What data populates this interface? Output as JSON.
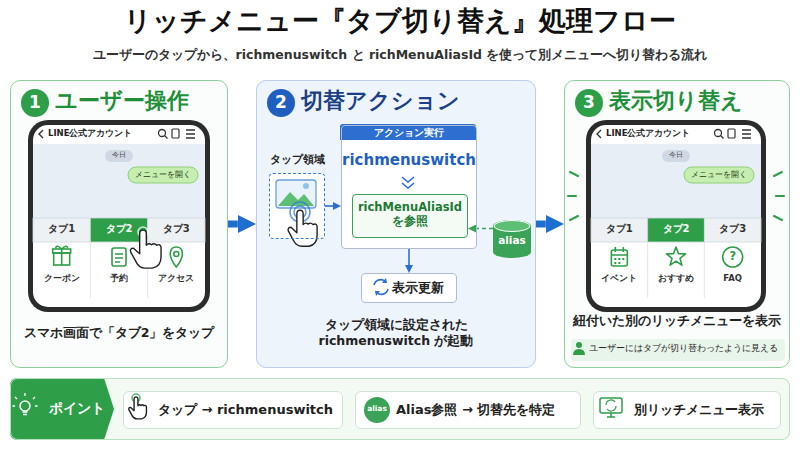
{
  "diagram": {
    "title": "リッチメニュー『タブ切り替え』処理フロー",
    "caption": "ユーザーのタップから、richmenuswitch と richMenuAliasId を使って別メニューへ切り替わる流れ",
    "nodes": [
      {
        "text": [
          "ユーザー操作",
          "スマホ画面で「タブ2」をタップ"
        ]
      },
      {
        "text": [
          "1"
        ],
        "in": 0
      },
      {
        "text": [
          "切替アクション",
          "タップ領域に設定された richmenuswitch が起動"
        ]
      },
      {
        "text": [
          "2"
        ],
        "in": 2
      },
      {
        "text": [
          "タップ領域"
        ],
        "in": 2
      },
      {
        "text": [
          "アクション実行",
          "richmenuswitch"
        ],
        "in": 2
      },
      {
        "text": [
          "richMenuAliasId を参照"
        ],
        "in": 5
      },
      {
        "text": [
          "alias"
        ],
        "in": 2
      },
      {
        "text": [
          "表示更新"
        ],
        "in": 2
      },
      {
        "text": [
          "表示切り替え",
          "紐付いた別のリッチメニューを表示"
        ]
      },
      {
        "text": [
          "3"
        ],
        "in": 9
      },
      {
        "text": [
          "ユーザーにはタブが切り替わったように見える"
        ],
        "in": 9
      },
      {
        "text": [
          "ポイント"
        ]
      },
      {
        "text": [
          "タップ → richmenuswitch"
        ],
        "in": 12
      },
      {
        "text": [
          "Alias参照 → 切替先を特定"
        ],
        "in": 12
      },
      {
        "text": [
          "alias"
        ],
        "in": 14
      },
      {
        "text": [
          "別リッチメニュー表示"
        ],
        "in": 12
      }
    ],
    "edges": [
      {
        "from": 0,
        "to": 2,
        "arrow": "to"
      },
      {
        "from": 2,
        "to": 9,
        "arrow": "to"
      },
      {
        "from": 4,
        "to": 5,
        "arrow": "to"
      },
      {
        "from": 7,
        "to": 6,
        "arrow": "to"
      },
      {
        "from": 5,
        "to": 8,
        "arrow": "to"
      }
    ],
    "labels": [
      "LINE公式アカウント",
      "今日",
      "メニューを開く",
      "タブ1",
      "タブ2",
      "タブ3",
      "クーポン",
      "予約",
      "アクセス",
      "LINE公式アカウント",
      "今日",
      "メニューを開く",
      "タブ1",
      "タブ2",
      "タブ3",
      "イベント",
      "おすすめ",
      "FAQ",
      "?"
    ]
  }
}
